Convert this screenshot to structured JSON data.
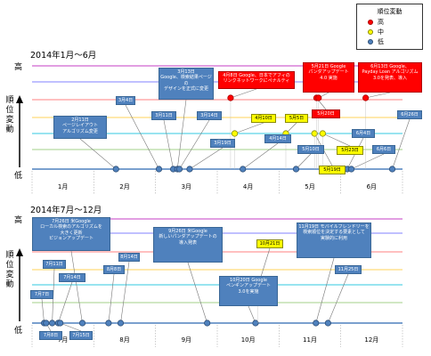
{
  "legend": {
    "title": "順位変動",
    "items": [
      {
        "label": "高",
        "color": "#ff0000"
      },
      {
        "label": "中",
        "color": "#ffff00"
      },
      {
        "label": "低",
        "color": "#4f81bd"
      }
    ]
  },
  "chart_data": [
    {
      "type": "timeline",
      "title": "2014年1月～6月",
      "ylabel": "順位変動",
      "y_high": "高",
      "y_low": "低",
      "months": [
        "1月",
        "2月",
        "3月",
        "4月",
        "5月",
        "6月"
      ],
      "levels": {
        "low": 0,
        "mid": 1,
        "high": 2
      },
      "events": [
        {
          "date": "2014-02-11",
          "level": "low",
          "label": "2月11日\nページレイアウト\nアルゴリズム変更"
        },
        {
          "date": "2014-03-04",
          "level": "low",
          "label": "3月4日"
        },
        {
          "date": "2014-03-11",
          "level": "low",
          "label": "3月11日"
        },
        {
          "date": "2014-03-13",
          "level": "low",
          "label": "3月13日\nGoogle、検索結果ページの\nデザインを正式に変更"
        },
        {
          "date": "2014-03-14",
          "level": "low",
          "label": "3月14日"
        },
        {
          "date": "2014-03-19",
          "level": "low",
          "label": "3月19日"
        },
        {
          "date": "2014-04-08",
          "level": "high",
          "label": "4月8日 Google、日本でアフィの\nリンクネットワークにペナルティ"
        },
        {
          "date": "2014-04-10",
          "level": "mid",
          "label": "4月10日"
        },
        {
          "date": "2014-04-14",
          "level": "low",
          "label": "4月14日"
        },
        {
          "date": "2014-05-05",
          "level": "mid",
          "label": "5月5日"
        },
        {
          "date": "2014-05-10",
          "level": "low",
          "label": "5月10日"
        },
        {
          "date": "2014-05-19",
          "level": "mid",
          "label": "5月19日"
        },
        {
          "date": "2014-05-20",
          "level": "high",
          "label": "5月20日"
        },
        {
          "date": "2014-05-21",
          "level": "high",
          "label": "5月21日 Google\nパンダアップデート\n4.0 実施"
        },
        {
          "date": "2014-05-23",
          "level": "mid",
          "label": "5月23日"
        },
        {
          "date": "2014-06-04",
          "level": "low",
          "label": "6月4日"
        },
        {
          "date": "2014-06-06",
          "level": "low",
          "label": "6月6日"
        },
        {
          "date": "2014-06-13",
          "level": "high",
          "label": "6月13日 Google、\nPayday Loan アルゴリズム\n3.0を発表、導入"
        },
        {
          "date": "2014-06-26",
          "level": "low",
          "label": "6月26日"
        }
      ]
    },
    {
      "type": "timeline",
      "title": "2014年7月～12月",
      "ylabel": "順位変動",
      "y_high": "高",
      "y_low": "低",
      "months": [
        "7月",
        "8月",
        "9月",
        "10月",
        "11月",
        "12月"
      ],
      "levels": {
        "low": 0,
        "mid": 1,
        "high": 2
      },
      "events": [
        {
          "date": "2014-07-07",
          "level": "low",
          "label": "7月7日"
        },
        {
          "date": "2014-07-08",
          "level": "low",
          "label": "7月8日"
        },
        {
          "date": "2014-07-11",
          "level": "low",
          "label": "7月11日"
        },
        {
          "date": "2014-07-14",
          "level": "low",
          "label": "7月14日"
        },
        {
          "date": "2014-07-15",
          "level": "low",
          "label": "7月15日"
        },
        {
          "date": "2014-07-26",
          "level": "low",
          "label": "7月26日 米Google\nローカル検索のアルゴリズムを\n大きく更新\nピジョンアップデート"
        },
        {
          "date": "2014-08-08",
          "level": "low",
          "label": "8月8日"
        },
        {
          "date": "2014-08-14",
          "level": "low",
          "label": "8月14日"
        },
        {
          "date": "2014-09-26",
          "level": "low",
          "label": "9月26日 米Google\n新しいパンダアップデートの\n導入発表"
        },
        {
          "date": "2014-10-20",
          "level": "low",
          "label": "10月20日 Google\nペンギンアップデート\n3.0を実施"
        },
        {
          "date": "2014-10-21",
          "level": "mid",
          "label": "10月21日"
        },
        {
          "date": "2014-11-19",
          "level": "low",
          "label": "11月19日 モバイルフレンドリーを\n検索順位を決定する要素として\n実験的に利用"
        },
        {
          "date": "2014-11-25",
          "level": "low",
          "label": "11月25日"
        }
      ]
    }
  ]
}
